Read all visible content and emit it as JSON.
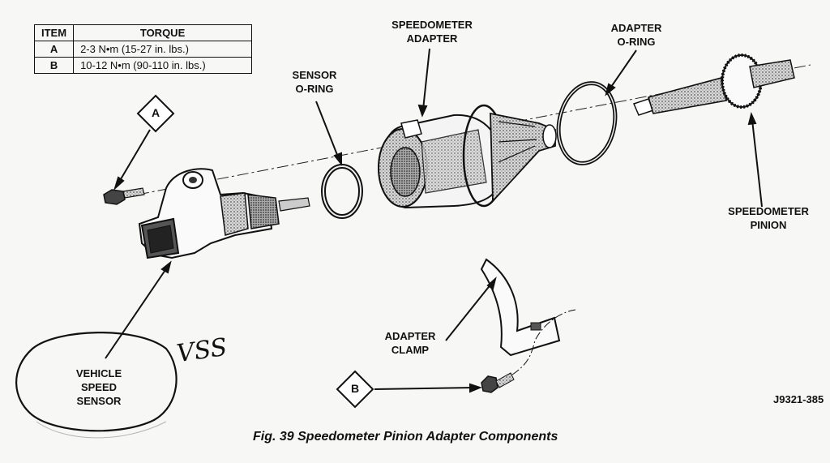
{
  "table": {
    "header_item": "ITEM",
    "header_torque": "TORQUE",
    "rows": [
      {
        "item": "A",
        "torque": "2-3 N•m   (15-27 in. lbs.)"
      },
      {
        "item": "B",
        "torque": "10-12 N•m   (90-110 in. lbs.)"
      }
    ]
  },
  "labels": {
    "speedometer_adapter": "SPEEDOMETER\nADAPTER",
    "adapter_oring": "ADAPTER\nO-RING",
    "sensor_oring": "SENSOR\nO-RING",
    "speedometer_pinion": "SPEEDOMETER\nPINION",
    "adapter_clamp": "ADAPTER\nCLAMP",
    "vehicle_speed_sensor": "VEHICLE\nSPEED\nSENSOR",
    "diamond_a": "A",
    "diamond_b": "B",
    "handwritten": "VSS"
  },
  "figure_number": "J9321-385",
  "caption": "Fig. 39 Speedometer Pinion Adapter Components"
}
